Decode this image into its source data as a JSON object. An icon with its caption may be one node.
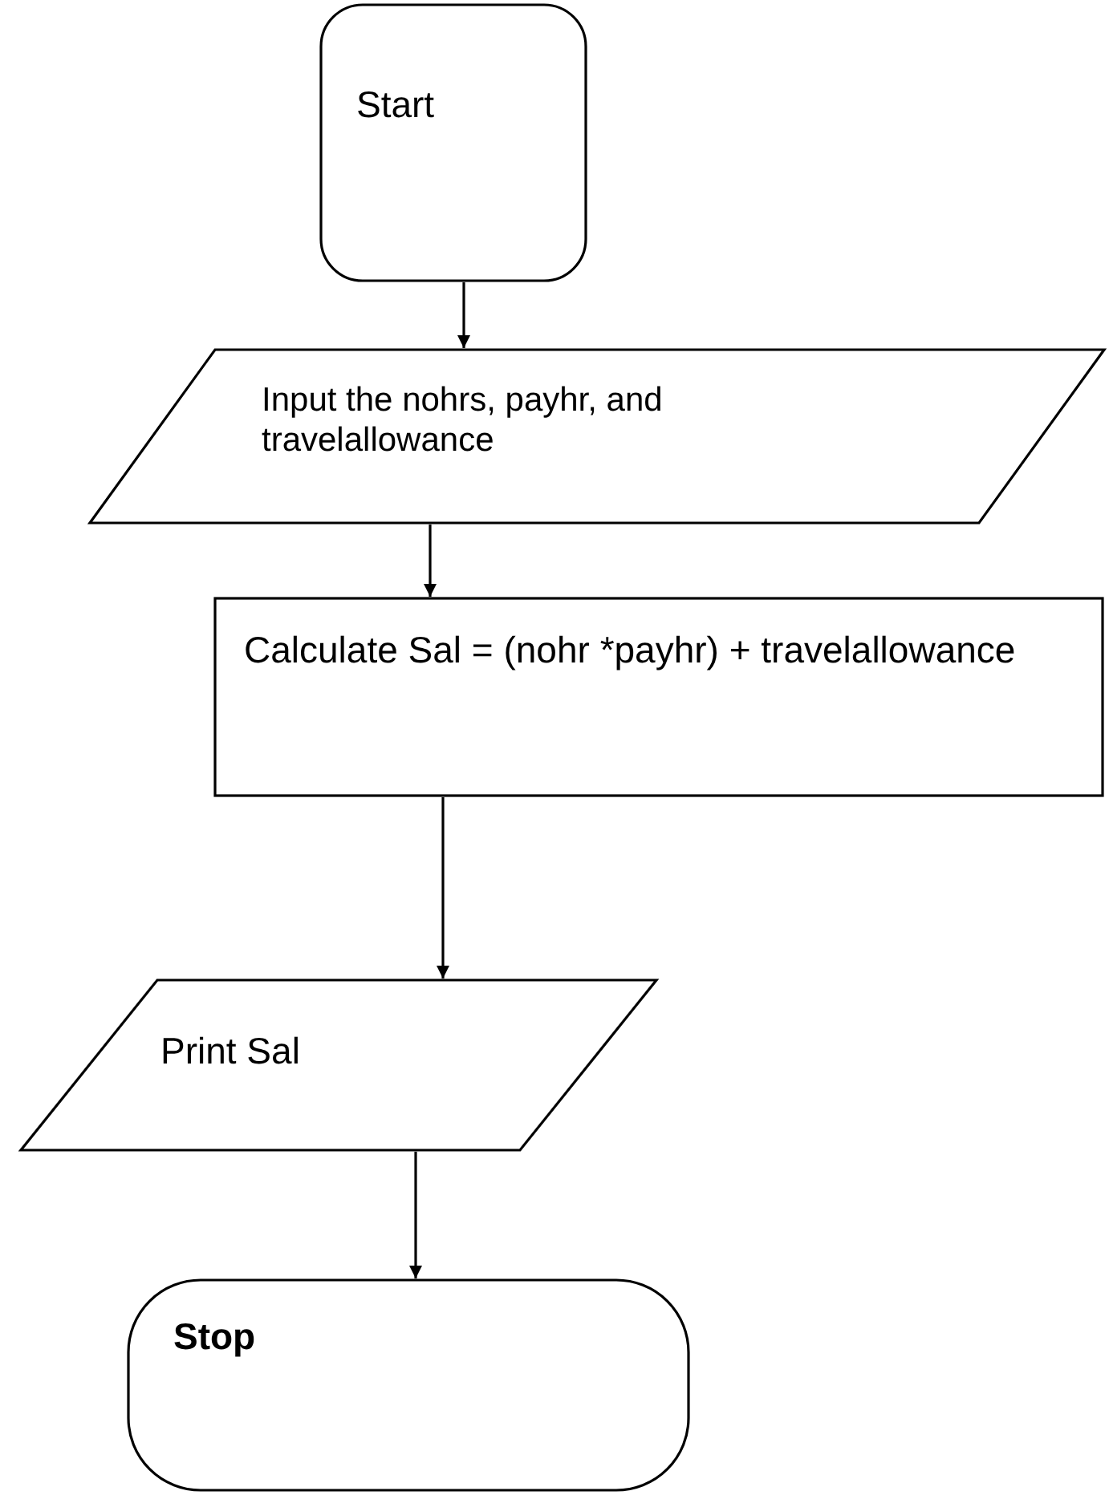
{
  "diagram": {
    "nodes": [
      {
        "text": [
          "Start"
        ]
      },
      {
        "text": [
          "Input the nohrs, payhr, and travelallowance"
        ]
      },
      {
        "text": [
          "Calculate Sal = (nohr *payhr) + travelallowance"
        ]
      },
      {
        "text": [
          "Print Sal"
        ]
      },
      {
        "text": [
          "Stop"
        ]
      }
    ],
    "edges": [
      {
        "from": 0,
        "to": 1,
        "arrow": "to"
      },
      {
        "from": 1,
        "to": 2,
        "arrow": "to"
      },
      {
        "from": 2,
        "to": 3,
        "arrow": "to"
      },
      {
        "from": 3,
        "to": 4,
        "arrow": "to"
      }
    ]
  }
}
